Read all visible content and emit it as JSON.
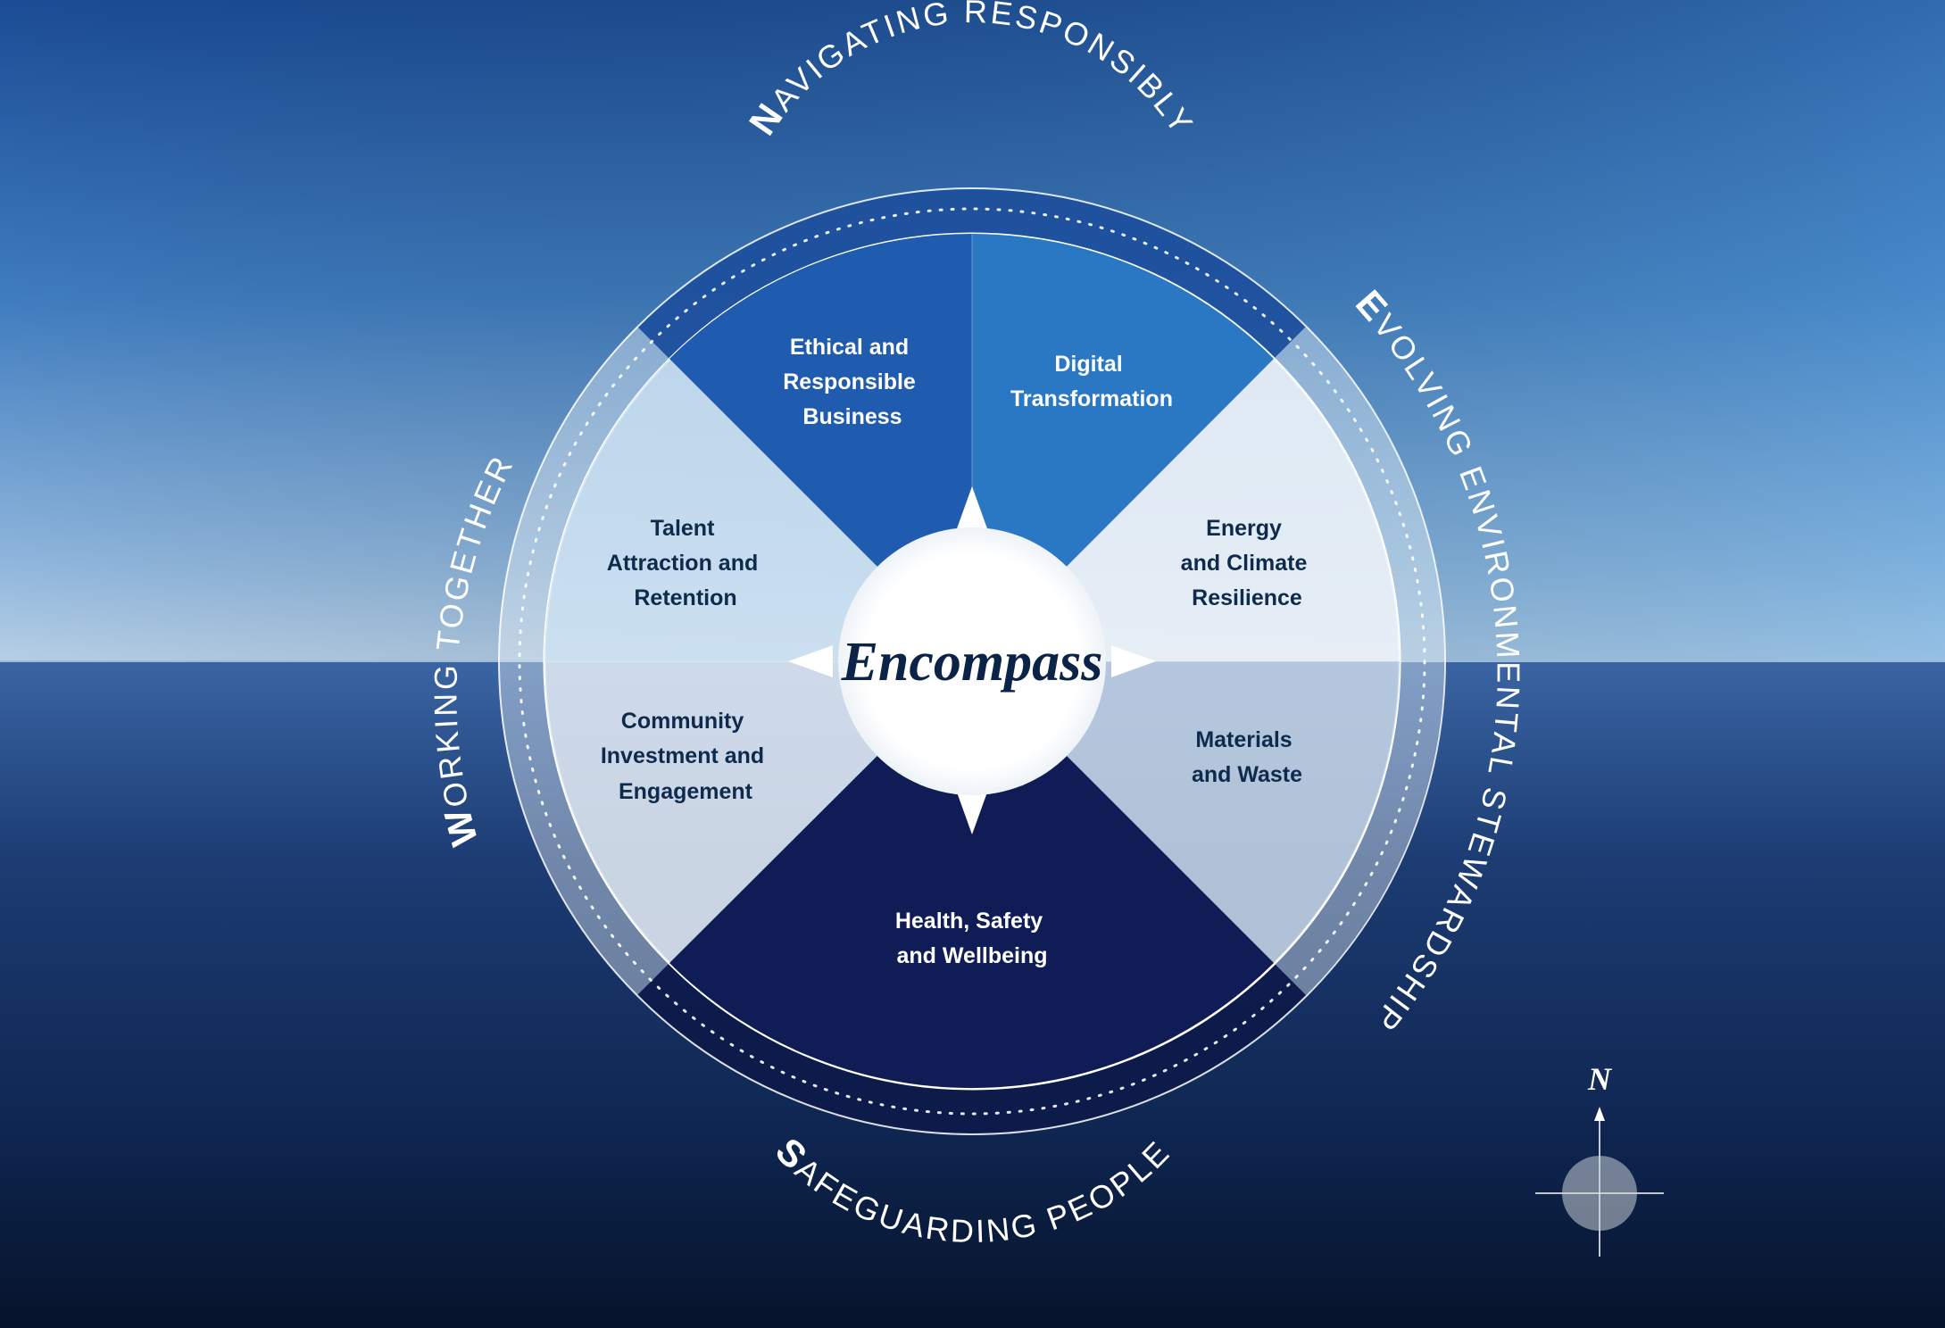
{
  "center": {
    "title": "Encompass"
  },
  "pillars": {
    "north": {
      "initial": "N",
      "rest": "AVIGATING RESPONSIBLY"
    },
    "east": {
      "initial": "E",
      "rest": "VOLVING ENVIRONMENTAL STEWARDSHIP"
    },
    "south": {
      "initial": "S",
      "rest": "AFEGUARDING PEOPLE"
    },
    "west": {
      "initial": "W",
      "rest": "ORKING TOGETHER"
    }
  },
  "segments": [
    {
      "lines": [
        "Ethical and",
        "Responsible",
        "Business"
      ],
      "fill": "#1f5cb0",
      "text_color": "#ffffff"
    },
    {
      "lines": [
        "Digital",
        "Transformation"
      ],
      "fill": "#2c7cc8",
      "text_color": "#ffffff"
    },
    {
      "lines": [
        "Energy",
        "and Climate",
        "Resilience"
      ],
      "fill": "#e6eef6",
      "text_color": "#0e2a4c"
    },
    {
      "lines": [
        "Materials",
        "and Waste"
      ],
      "fill": "#c9d7e6",
      "text_color": "#0e2a4c"
    },
    {
      "lines": [
        "Health, Safety",
        "and Wellbeing"
      ],
      "fill": "#101d55",
      "text_color": "#ffffff"
    },
    {
      "lines": [
        "Community",
        "Investment and",
        "Engagement"
      ],
      "fill": "#dfe8f2",
      "text_color": "#0e2a4c"
    },
    {
      "lines": [
        "Talent",
        "Attraction and",
        "Retention"
      ],
      "fill": "#cfe3f3",
      "text_color": "#0e2a4c"
    }
  ],
  "compass_badge": {
    "label": "N"
  },
  "colors": {
    "sky_top": "#1a4f9a",
    "sky_horizon": "#a9c6e4",
    "sea_top": "#34609e",
    "sea_bottom": "#071630",
    "center_text": "#0b2346"
  }
}
